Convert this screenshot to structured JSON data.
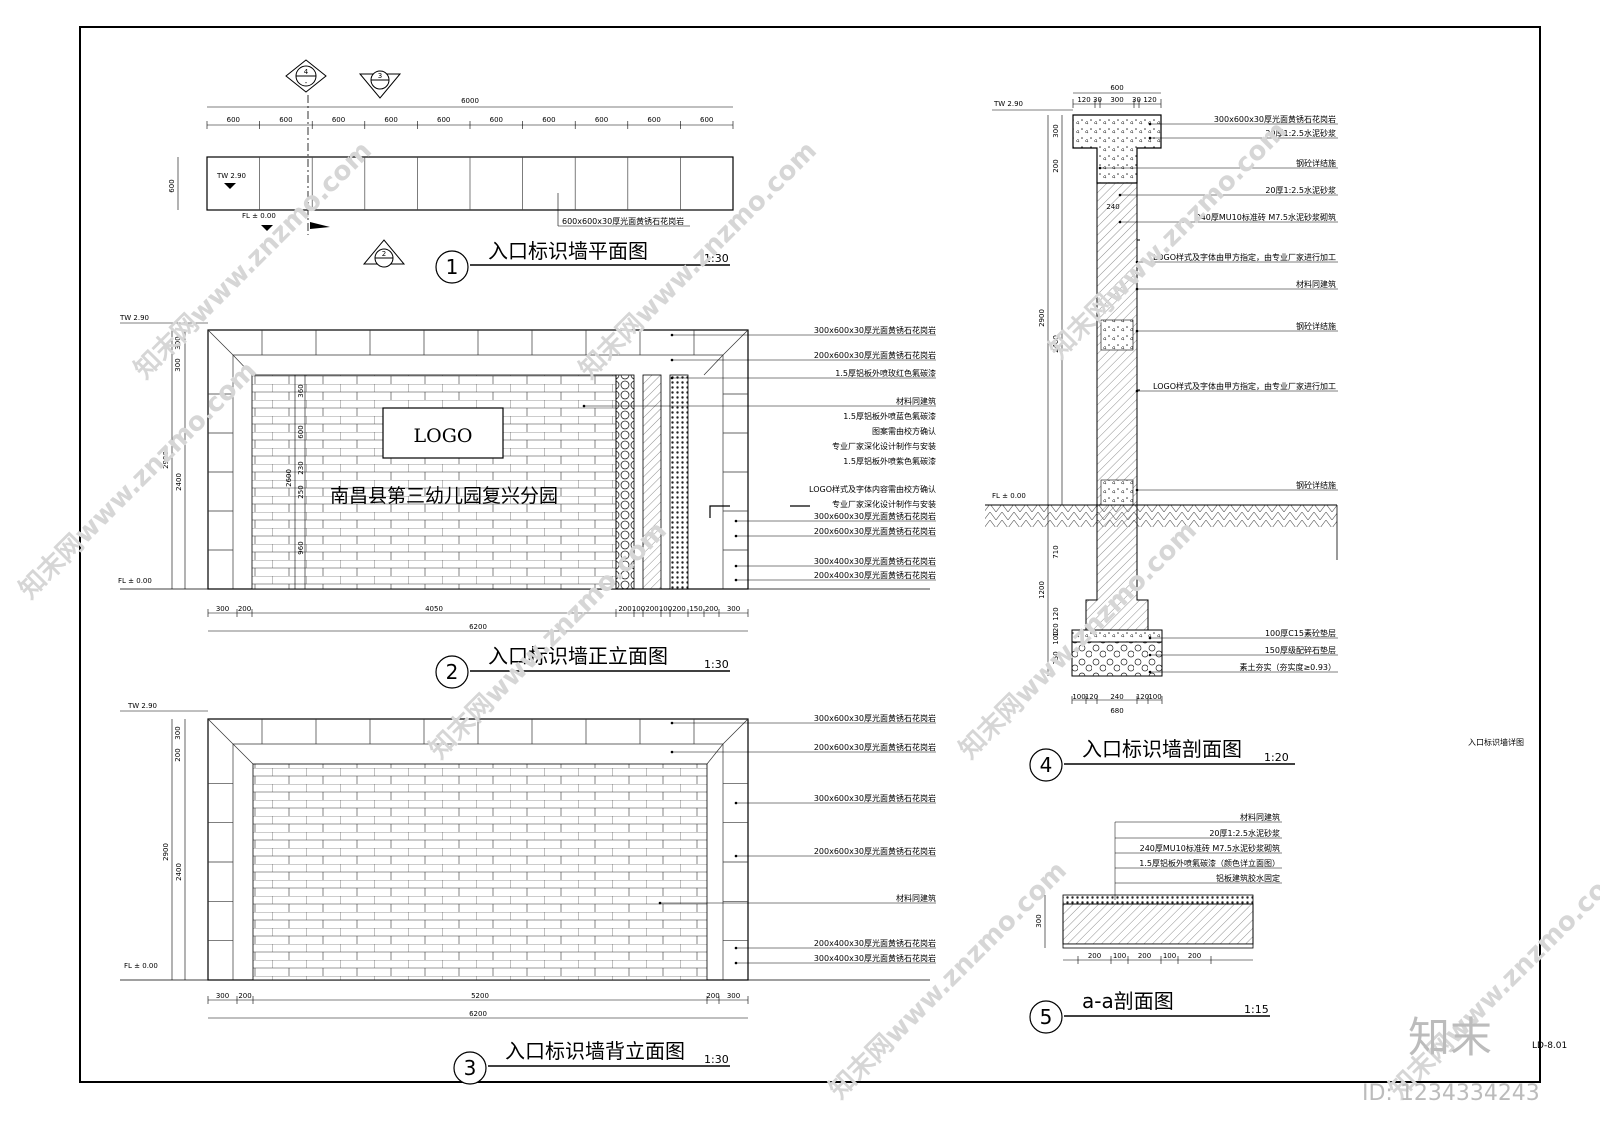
{
  "plan": {
    "title": "入口标识墙平面图",
    "number": "1",
    "scale": "1:30",
    "total_dim": "6000",
    "segment_dims": [
      "600",
      "600",
      "600",
      "600",
      "600",
      "600",
      "600",
      "600",
      "600",
      "600"
    ],
    "height_dim": "600",
    "tw_label": "TW 2.90",
    "fl_label": "FL ± 0.00",
    "material_note": "600x600x30厚光面黄锈石花岗岩",
    "section_marks": [
      "4",
      "3",
      "2"
    ]
  },
  "front": {
    "title": "入口标识墙正立面图",
    "number": "2",
    "scale": "1:30",
    "tw_label": "TW 2.90",
    "fl_label": "FL ± 0.00",
    "logo_text": "LOGO",
    "school_name": "南昌县第三幼儿园复兴分园",
    "left_dims": [
      "300",
      "300",
      "2900",
      "2400"
    ],
    "inner_dims": [
      "360",
      "600",
      "2600",
      "230",
      "250",
      "960"
    ],
    "bottom_dims": [
      "300",
      "200",
      "4050",
      "200",
      "100",
      "200",
      "100",
      "200",
      "150",
      "200",
      "300"
    ],
    "total_dim": "6200",
    "notes": [
      "300x600x30厚光面黄锈石花岗岩",
      "200x600x30厚光面黄锈石花岗岩",
      "1.5厚铝板外喷玫红色氟碳漆",
      "材料同建筑",
      "1.5厚铝板外喷蓝色氟碳漆",
      "图案需由校方确认",
      "专业厂家深化设计制作与安装",
      "1.5厚铝板外喷紫色氟碳漆",
      "LOGO样式及字体内容需由校方确认",
      "专业厂家深化设计制作与安装",
      "300x600x30厚光面黄锈石花岗岩",
      "200x600x30厚光面黄锈石花岗岩",
      "300x400x30厚光面黄锈石花岗岩",
      "200x400x30厚光面黄锈石花岗岩"
    ]
  },
  "back": {
    "title": "入口标识墙背立面图",
    "number": "3",
    "scale": "1:30",
    "tw_label": "TW 2.90",
    "fl_label": "FL ± 0.00",
    "left_dims": [
      "300",
      "200",
      "2900",
      "2400"
    ],
    "bottom_dims": [
      "300",
      "200",
      "5200",
      "200",
      "300"
    ],
    "total_dim": "6200",
    "notes": [
      "300x600x30厚光面黄锈石花岗岩",
      "200x600x30厚光面黄锈石花岗岩",
      "300x600x30厚光面黄锈石花岗岩",
      "200x600x30厚光面黄锈石花岗岩",
      "材料同建筑",
      "200x400x30厚光面黄锈石花岗岩",
      "300x400x30厚光面黄锈石花岗岩"
    ]
  },
  "section": {
    "title": "入口标识墙剖面图",
    "number": "4",
    "scale": "1:20",
    "tw_label": "TW 2.90",
    "fl_label": "FL ± 0.00",
    "top_total": "600",
    "top_dims": [
      "120",
      "30",
      "300",
      "30",
      "120"
    ],
    "inner_dim": "240",
    "left_dims": [
      "300",
      "200",
      "2900",
      "2400",
      "710",
      "1200",
      "120",
      "120",
      "100",
      "150"
    ],
    "bottom_dims": [
      "100",
      "120",
      "240",
      "120",
      "100"
    ],
    "bottom_total": "680",
    "notes": [
      "300x600x30厚光面黄锈石花岗岩",
      "20厚1:2.5水泥砂浆",
      "钢砼详结施",
      "20厚1:2.5水泥砂浆",
      "240厚MU10标准砖 M7.5水泥砂浆砌筑",
      "LOGO样式及字体由甲方指定，由专业厂家进行加工",
      "材料同建筑",
      "钢砼详结施",
      "LOGO样式及字体由甲方指定，由专业厂家进行加工",
      "钢砼详结施",
      "100厚C15素砼垫层",
      "150厚级配碎石垫层",
      "素土夯实（夯实度≥0.93）"
    ]
  },
  "aa_section": {
    "title": "a-a剖面图",
    "number": "5",
    "scale": "1:15",
    "height_dim": "300",
    "bottom_dims": [
      "200",
      "100",
      "200",
      "100",
      "200"
    ],
    "notes": [
      "材料同建筑",
      "20厚1:2.5水泥砂浆",
      "240厚MU10标准砖 M7.5水泥砂浆砌筑",
      "1.5厚铝板外喷氟碳漆（颜色详立面图）",
      "铝板建筑胶水固定"
    ]
  },
  "sheet": {
    "name": "入口标识墙详图",
    "code": "LD-8.01"
  },
  "watermark": {
    "brand": "知末",
    "site": "知末网www.znzmo.com",
    "id_text": "ID: 1234334243"
  }
}
